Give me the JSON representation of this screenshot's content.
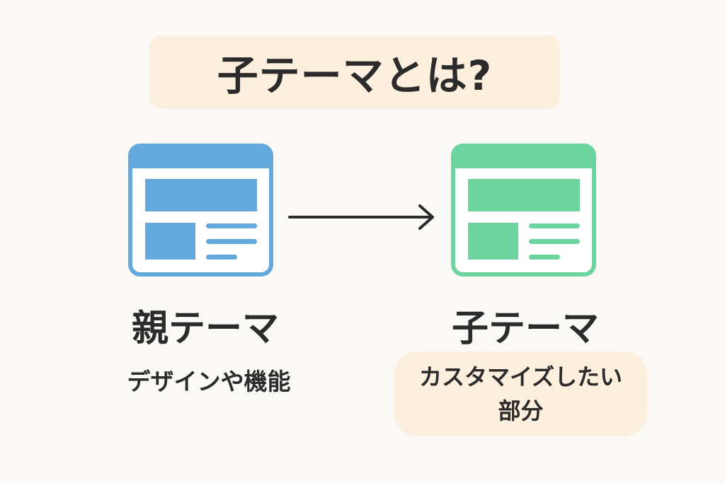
{
  "title": "子テーマとは?",
  "parent": {
    "label": "親テーマ",
    "description": "デザインや機能",
    "color": "#64a9de"
  },
  "child": {
    "label": "子テーマ",
    "description": "カスタマイズしたい部分",
    "color": "#6dd39f"
  },
  "colors": {
    "background": "#fbf9f6",
    "highlight": "#fdefdd",
    "text": "#2b2b2b"
  },
  "icons": {
    "parent": "browser-window-icon",
    "child": "browser-window-icon",
    "connector": "arrow-right-icon"
  }
}
